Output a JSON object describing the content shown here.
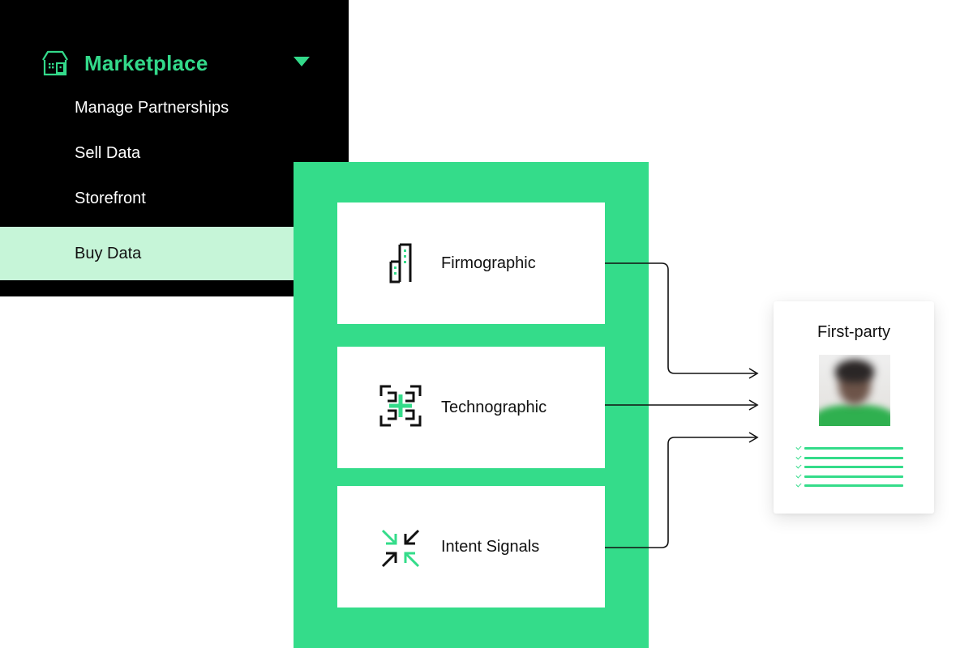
{
  "menu": {
    "header": {
      "title": "Marketplace",
      "icon": "home-store-icon",
      "caret": "caret-down-icon"
    },
    "items": [
      {
        "label": "Manage Partnerships",
        "active": false
      },
      {
        "label": "Sell Data",
        "active": false
      },
      {
        "label": "Storefront",
        "active": false
      },
      {
        "label": "Buy Data",
        "active": true
      }
    ]
  },
  "panel": {
    "cards": [
      {
        "label": "Firmographic",
        "icon": "building-icon"
      },
      {
        "label": "Technographic",
        "icon": "tech-scan-icon"
      },
      {
        "label": "Intent Signals",
        "icon": "converge-arrows-icon"
      }
    ]
  },
  "profile": {
    "title": "First-party",
    "photo": "blurred-person-photo",
    "checklist_rows": 5
  },
  "colors": {
    "accent": "#34dc8a",
    "menu_bg": "#000000",
    "active_bg": "#c6f5d8"
  }
}
